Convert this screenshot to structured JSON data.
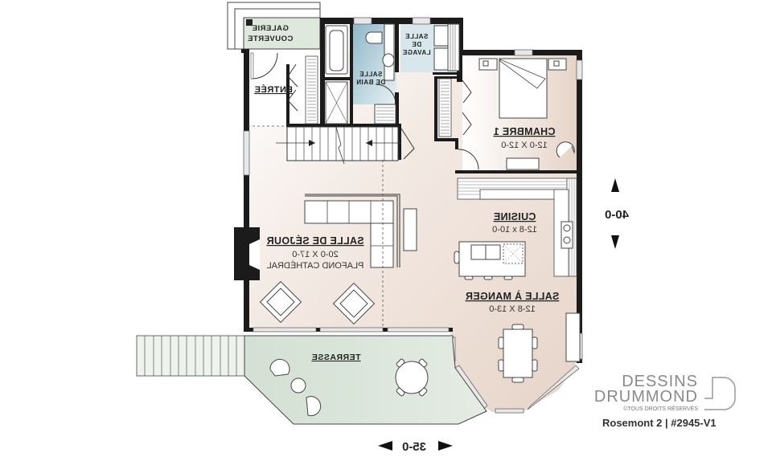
{
  "plan": {
    "model_label": "Rosemont 2 | #2945-V1",
    "brand": {
      "line1": "DESSINS",
      "line2": "DRUMMOND",
      "copyright": "©TOUS DROITS RÉSERVÉS"
    },
    "overall_dimensions": {
      "width": "35-0",
      "depth": "40-0"
    },
    "text_mirrored": true,
    "colors": {
      "wall": "#1b1b1b",
      "living_floor": "#ecdcd2",
      "bath_floor": "#a9c8d4",
      "terrace_floor": "#d6e2d6",
      "gallery_floor": "#dfe8dc"
    },
    "rooms": [
      {
        "id": "galerie",
        "title_line1": "GALERIE",
        "title_line2": "COUVERTE"
      },
      {
        "id": "entree",
        "title": "ENTRÉE"
      },
      {
        "id": "salle-de-bain",
        "title_line1": "SALLE",
        "title_line2": "DE BAIN"
      },
      {
        "id": "salle-de-lavage",
        "title_line1": "SALLE",
        "title_line2": "DE",
        "title_line3": "LAVAGE"
      },
      {
        "id": "chambre-1",
        "title": "CHAMBRE 1",
        "dimensions": "12-0 X 12-0"
      },
      {
        "id": "cuisine",
        "title": "CUISINE",
        "dimensions": "12-8 x 10-0"
      },
      {
        "id": "salle-de-sejour",
        "title": "SALLE DE SÉJOUR",
        "dimensions": "20-0 X 17-0",
        "note": "PLAFOND CATHÉDRAL"
      },
      {
        "id": "salle-a-manger",
        "title": "SALLE À MANGER",
        "dimensions": "12-8 X 13-0"
      },
      {
        "id": "terrasse",
        "title": "TERRASSE"
      }
    ]
  }
}
